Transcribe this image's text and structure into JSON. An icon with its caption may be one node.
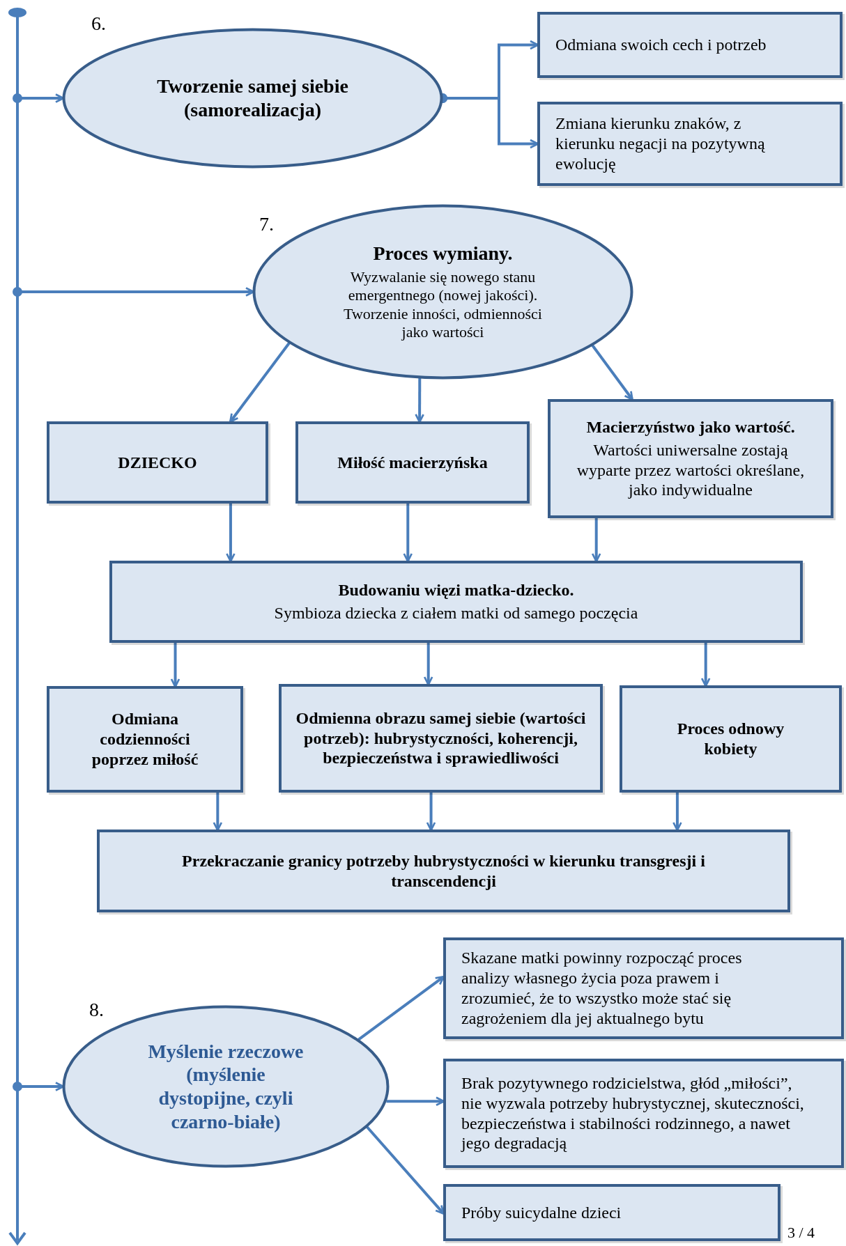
{
  "diagram": {
    "nodes": [
      {
        "text": [
          "Tworzenie samej siebie (samorealizacja)"
        ],
        "beside": [
          "6."
        ]
      },
      {
        "text": [
          "Odmiana swoich cech i potrzeb"
        ]
      },
      {
        "text": [
          "Zmiana kierunku znaków, z kierunku negacji na pozytywną ewolucję"
        ]
      },
      {
        "text": [
          "Proces wymiany.",
          "Wyzwalanie się nowego stanu emergentnego (nowej jakości). Tworzenie inności, odmienności jako wartości"
        ],
        "beside": [
          "7."
        ]
      },
      {
        "text": [
          "DZIECKO"
        ]
      },
      {
        "text": [
          "Miłość macierzyńska"
        ]
      },
      {
        "text": [
          "Macierzyństwo jako wartość.",
          "Wartości uniwersalne zostają wyparte przez wartości określane, jako indywidualne"
        ]
      },
      {
        "text": [
          "Budowaniu więzi matka-dziecko.",
          "Symbioza dziecka z ciałem matki od samego poczęcia"
        ]
      },
      {
        "text": [
          "Odmiana codzienności poprzez miłość"
        ]
      },
      {
        "text": [
          "Odmienna obrazu samej siebie (wartości potrzeb): hubrystyczności, koherencji, bezpieczeństwa i sprawiedliwości"
        ]
      },
      {
        "text": [
          "Proces odnowy kobiety"
        ]
      },
      {
        "text": [
          "Przekraczanie granicy potrzeby hubrystyczności w kierunku transgresji i transcendencji"
        ]
      },
      {
        "text": [
          "Myślenie rzeczowe (myślenie dystopijne, czyli czarno-białe)"
        ],
        "beside": [
          "8."
        ]
      },
      {
        "text": [
          "Skazane matki powinny rozpocząć proces analizy własnego życia poza prawem i zrozumieć, że to wszystko może stać się zagrożeniem dla jej aktualnego bytu"
        ]
      },
      {
        "text": [
          "Brak pozytywnego rodzicielstwa, głód „miłości”, nie wyzwala potrzeby hubrystycznej, skuteczności, bezpieczeństwa i stabilności rodzinnego, a nawet jego degradacją"
        ]
      },
      {
        "text": [
          "Próby suicydalne dzieci"
        ]
      }
    ],
    "edges": [
      {
        "from": null,
        "to": 0,
        "arrow": "to"
      },
      {
        "from": 0,
        "to": 1,
        "arrow": "to"
      },
      {
        "from": 0,
        "to": 2,
        "arrow": "to"
      },
      {
        "from": null,
        "to": 3,
        "arrow": "to"
      },
      {
        "from": 3,
        "to": 4,
        "arrow": "to"
      },
      {
        "from": 3,
        "to": 5,
        "arrow": "to"
      },
      {
        "from": 3,
        "to": 6,
        "arrow": "to"
      },
      {
        "from": 4,
        "to": 7,
        "arrow": "to"
      },
      {
        "from": 5,
        "to": 7,
        "arrow": "to"
      },
      {
        "from": 6,
        "to": 7,
        "arrow": "to"
      },
      {
        "from": 7,
        "to": 8,
        "arrow": "to"
      },
      {
        "from": 7,
        "to": 9,
        "arrow": "to"
      },
      {
        "from": 7,
        "to": 10,
        "arrow": "to"
      },
      {
        "from": 8,
        "to": 11,
        "arrow": "to"
      },
      {
        "from": 9,
        "to": 11,
        "arrow": "to"
      },
      {
        "from": 10,
        "to": 11,
        "arrow": "to"
      },
      {
        "from": null,
        "to": 12,
        "arrow": "to"
      },
      {
        "from": 12,
        "to": 13,
        "arrow": "to"
      },
      {
        "from": 12,
        "to": 14,
        "arrow": "to"
      },
      {
        "from": 12,
        "to": 15,
        "arrow": "to"
      }
    ],
    "labels": [
      "3 / 4"
    ]
  }
}
